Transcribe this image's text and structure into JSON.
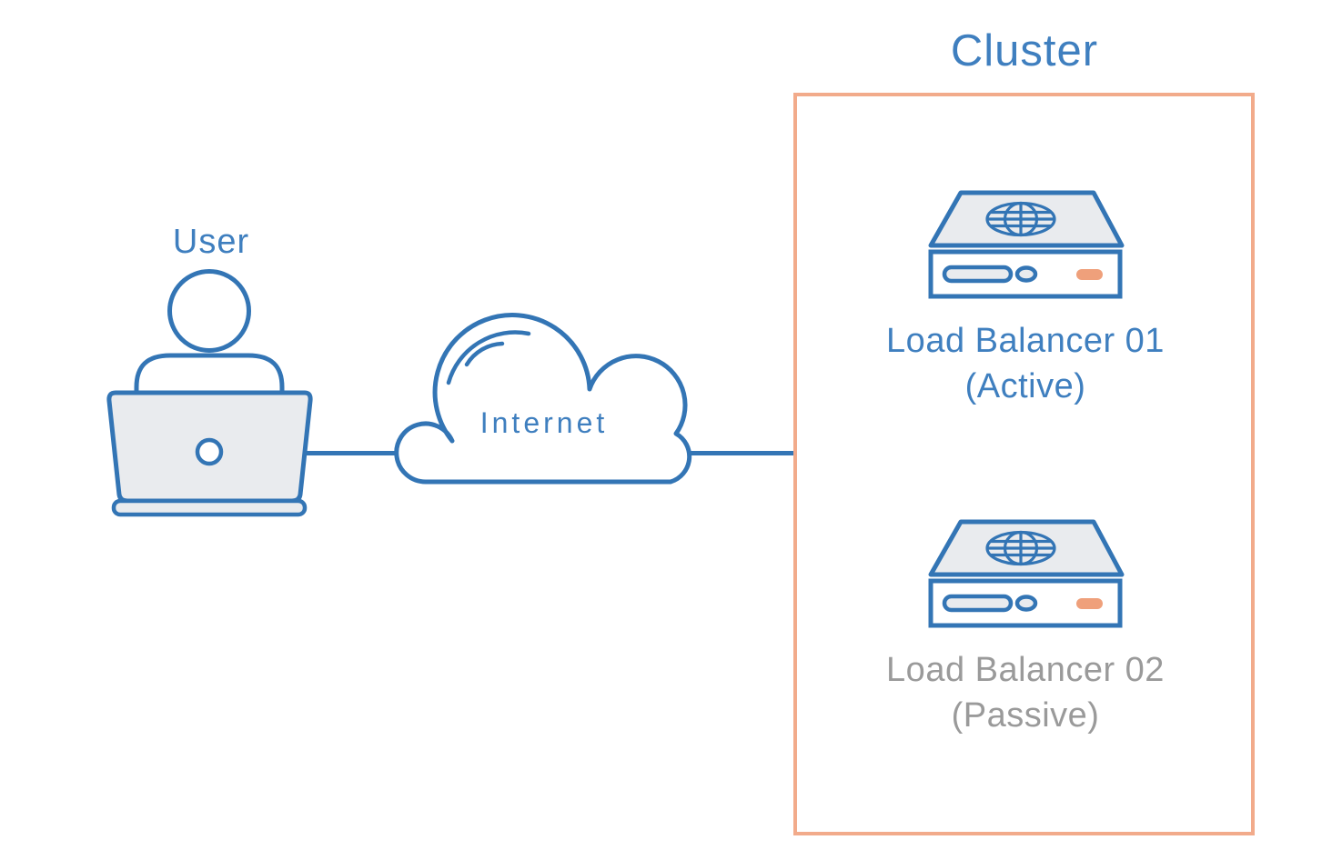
{
  "diagram": {
    "background": "#ffffff",
    "colors": {
      "outline_blue": "#3375b5",
      "text_blue": "#3f7fbf",
      "fill_gray": "#e9ebee",
      "cluster_border": "#f2ab8b",
      "accent_orange": "#efa07b",
      "text_gray": "#9a9a9a",
      "white": "#ffffff"
    },
    "nodes": {
      "user": {
        "label": "User"
      },
      "internet": {
        "label": "Internet"
      },
      "cluster": {
        "title": "Cluster",
        "load_balancers": [
          {
            "name": "Load Balancer 01",
            "state": "(Active)",
            "status": "active"
          },
          {
            "name": "Load Balancer 02",
            "state": "(Passive)",
            "status": "passive"
          }
        ]
      }
    },
    "connections": [
      {
        "from": "user",
        "to": "internet"
      },
      {
        "from": "internet",
        "to": "cluster"
      }
    ]
  }
}
